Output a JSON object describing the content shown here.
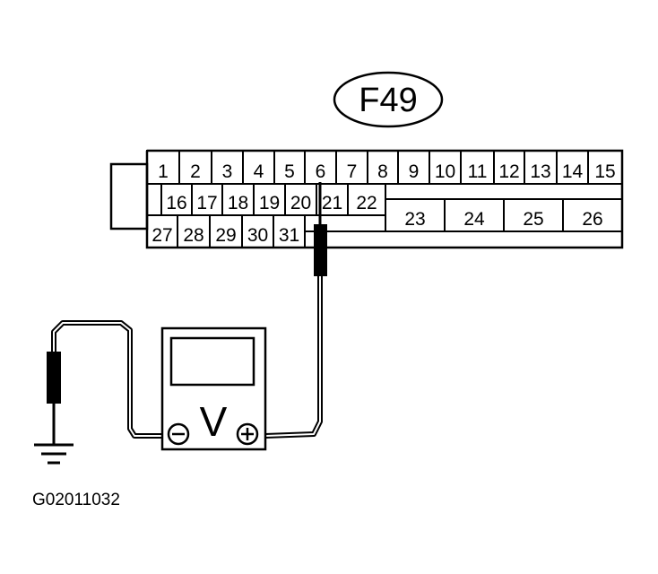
{
  "connector": {
    "label": "F49",
    "row1": [
      "1",
      "2",
      "3",
      "4",
      "5",
      "6",
      "7",
      "8",
      "9",
      "10",
      "11",
      "12",
      "13",
      "14",
      "15"
    ],
    "row2": [
      "16",
      "17",
      "18",
      "19",
      "20",
      "21",
      "22"
    ],
    "row2_wide": [
      "23",
      "24",
      "25",
      "26"
    ],
    "row3": [
      "27",
      "28",
      "29",
      "30",
      "31"
    ]
  },
  "meter": {
    "symbol": "V",
    "neg_terminal": "⊖",
    "pos_terminal": "⊕"
  },
  "figure_code": "G02011032"
}
